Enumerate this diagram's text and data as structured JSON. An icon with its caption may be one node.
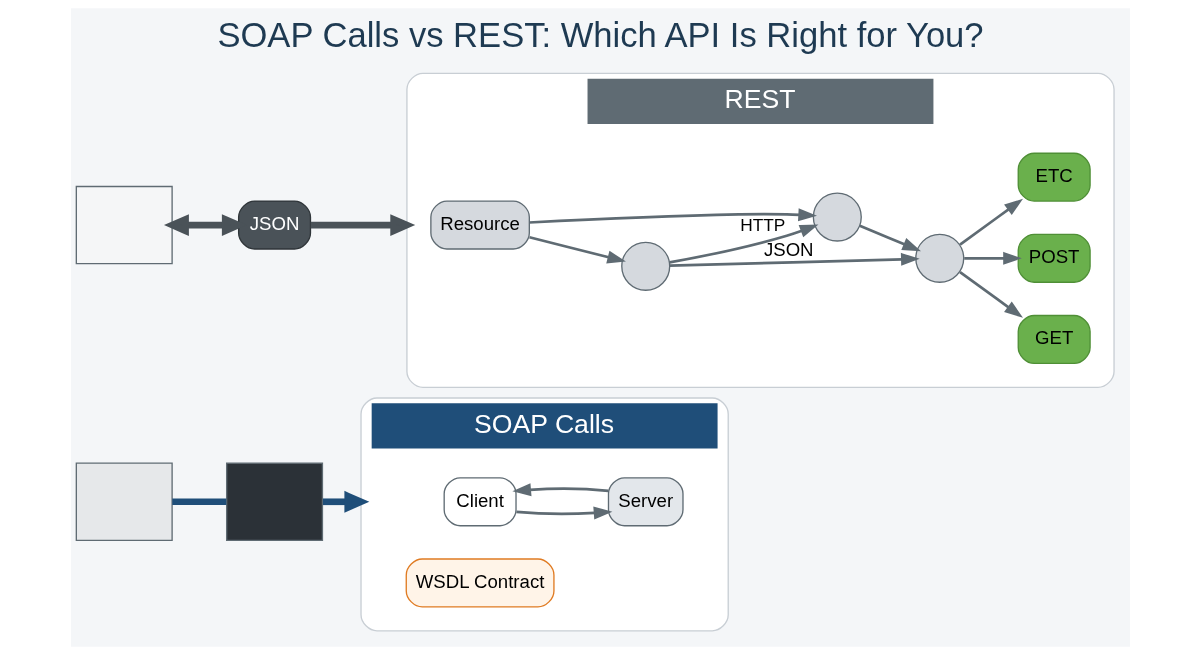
{
  "diagram": {
    "title": "SOAP Calls vs REST: Which API Is Right for You?",
    "nodes": [
      {
        "text": [],
        "shape": "box"
      },
      {
        "text": [],
        "shape": "box"
      },
      {
        "text": [
          "SOAP Calls"
        ]
      },
      {
        "text": [
          "Client"
        ],
        "in": 2
      },
      {
        "text": [
          "WSDL Contract"
        ],
        "in": 2
      },
      {
        "text": [
          "Server"
        ],
        "in": 2
      },
      {
        "text": [],
        "shape": "box"
      },
      {
        "text": [
          "JSON"
        ]
      },
      {
        "text": [
          "REST"
        ]
      },
      {
        "text": [
          "Resource"
        ],
        "in": 8
      },
      {
        "text": [],
        "shape": "circle",
        "in": 8
      },
      {
        "text": [],
        "shape": "circle",
        "in": 8,
        "beside": [
          "JSON"
        ]
      },
      {
        "text": [],
        "shape": "circle",
        "in": 8
      },
      {
        "text": [
          "GET"
        ],
        "in": 8
      },
      {
        "text": [
          "POST"
        ],
        "in": 8
      },
      {
        "text": [
          "ETC"
        ],
        "in": 8
      }
    ],
    "edges": [
      {
        "from": 0,
        "to": 1,
        "arrow": "none",
        "style": "thick",
        "color": "#1f4e79"
      },
      {
        "from": 1,
        "to": 2,
        "arrow": "to",
        "style": "thick",
        "color": "#1f4e79"
      },
      {
        "from": 3,
        "to": 5,
        "arrow": "to"
      },
      {
        "from": 5,
        "to": 3,
        "arrow": "to"
      },
      {
        "from": 6,
        "to": 7,
        "arrow": "both",
        "style": "thick",
        "color": "#4a5258"
      },
      {
        "from": 7,
        "to": 8,
        "arrow": "to",
        "style": "thick",
        "color": "#4a5258"
      },
      {
        "from": 9,
        "to": 10,
        "arrow": "to"
      },
      {
        "from": 9,
        "to": 11,
        "arrow": "to"
      },
      {
        "from": 10,
        "to": 11,
        "arrow": "to",
        "label": "HTTP"
      },
      {
        "from": 10,
        "to": 12,
        "arrow": "to"
      },
      {
        "from": 11,
        "to": 12,
        "arrow": "to"
      },
      {
        "from": 12,
        "to": 13,
        "arrow": "to"
      },
      {
        "from": 12,
        "to": 14,
        "arrow": "to"
      },
      {
        "from": 12,
        "to": 15,
        "arrow": "to"
      }
    ]
  }
}
